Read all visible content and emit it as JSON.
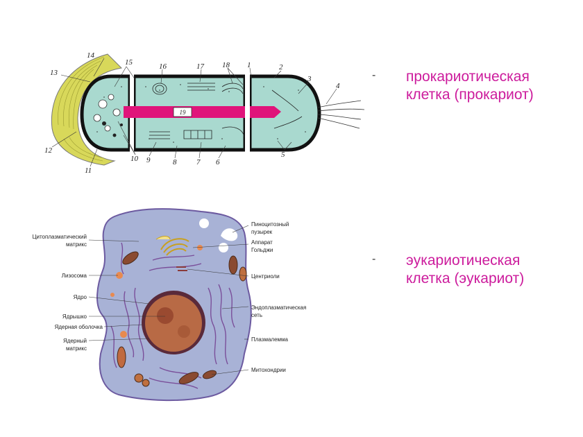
{
  "prokaryote": {
    "numbers": [
      "1",
      "2",
      "3",
      "4",
      "5",
      "6",
      "7",
      "8",
      "9",
      "10",
      "11",
      "12",
      "13",
      "14",
      "15",
      "16",
      "17",
      "18",
      "19"
    ]
  },
  "eukaryote": {
    "labels": {
      "cytoplasmic_matrix": [
        "Цитоплазматический",
        "матрикс"
      ],
      "lysosome": "Лизосома",
      "nucleus": "Ядро",
      "nucleolus": "Ядрышко",
      "nuclear_envelope": "Ядерная оболочка",
      "nuclear_matrix": [
        "Ядерный",
        "матрикс"
      ],
      "pinocytic_vesicle": [
        "Пиноцитозный",
        "пузырек"
      ],
      "golgi": [
        "Аппарат",
        "Гольджи"
      ],
      "centrioles": "Центриоли",
      "er": [
        "Эндоплазматическая",
        "сеть"
      ],
      "plasmalemma": "Плазмалемма",
      "mitochondria": "Митохондрии"
    }
  },
  "captions": {
    "dash": "-",
    "prokaryote": [
      "прокариотическая",
      "клетка (прокариот)"
    ],
    "eukaryote": [
      "эукариотическая",
      "клетка (эукариот)"
    ]
  },
  "colors": {
    "caption": "#cc1b9c",
    "capsule": "#d8d85a",
    "cytoplasm": "#a9d9cf",
    "nucleoid": "#e0147a",
    "eukaryote_cytoplasm": "#a8b2d6",
    "nucleus": "#b86a45"
  }
}
